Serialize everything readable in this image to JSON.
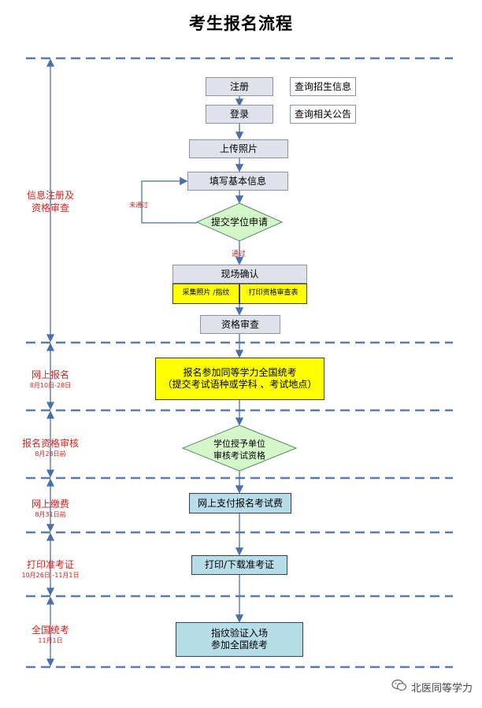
{
  "title": "考生报名流程",
  "stages": [
    {
      "name": "信息注册及\n资格审查",
      "date": ""
    },
    {
      "name": "网上报名",
      "date": "8月10日-28日"
    },
    {
      "name": "报名资格审核",
      "date": "8月28日前"
    },
    {
      "name": "网上缴费",
      "date": "8月31日前"
    },
    {
      "name": "打印准考证",
      "date": "10月26日 -11月1日"
    },
    {
      "name": "全国统考",
      "date": "11月1日"
    }
  ],
  "nodes": {
    "register": "注册",
    "query_admission": "查询招生信息",
    "login": "登录",
    "query_notice": "查询相关公告",
    "upload_photo": "上传照片",
    "fill_info": "填写基本信息",
    "submit_degree": "提交学位申请",
    "onsite_confirm": "现场确认",
    "collect_photo": "采集照片 /指纹",
    "print_form": "打印资格审查表",
    "qualification_review": "资格审查",
    "enroll_exam": "报名参加同等学力全国统考\n（提交考试语种或学科 、考试地点）",
    "degree_unit_review": "学位授予单位\n审核考试资格",
    "online_payment": "网上支付报名考试费",
    "print_admission": "打印/下载准考证",
    "fingerprint_exam": "指纹验证入场\n参加全国统考"
  },
  "edge_labels": {
    "not_passed": "未通过",
    "passed": "通过"
  },
  "watermark": "北医同等学力",
  "colors": {
    "dash_line": "#5b7bb0",
    "arrow": "#4a6fa8",
    "stage_text": "#d9211c",
    "yellow": "#ffff00",
    "diamond": "#d3f7c9",
    "teal": "#b7dde8"
  }
}
